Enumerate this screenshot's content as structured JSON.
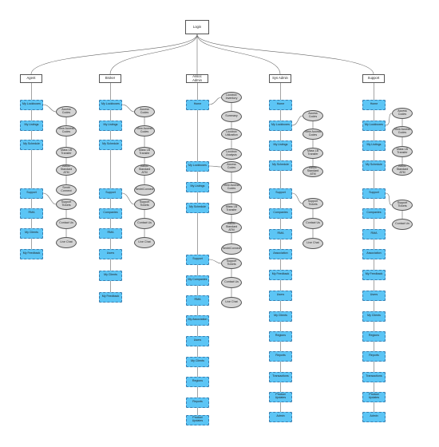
{
  "diagram": {
    "root": {
      "label": "Login"
    },
    "columns": [
      {
        "header": "Agent",
        "main": [
          "My Lockboxes",
          "My Listings",
          "My Schedule",
          "Support",
          "RMA",
          "My Clients",
          "My Feedback"
        ],
        "groups": [
          {
            "parent": 0,
            "items": [
              "Access Codes",
              "View Access Codes",
              "Mass LB Transfer",
              "Assoc Standard ATM",
              "Sentri Connect"
            ]
          },
          {
            "parent": 3,
            "items": [
              "Support Tickets",
              "Contact Us",
              "Live Chat"
            ]
          }
        ]
      },
      {
        "header": "Broker",
        "main": [
          "My Lockboxes",
          "My Listings",
          "My Schedule",
          "Support",
          "Companies",
          "RMA",
          "Users",
          "My Clients",
          "My Feedback"
        ],
        "groups": [
          {
            "parent": 0,
            "items": [
              "Access Codes",
              "View Access Codes",
              "Mass LB Transfer",
              "Assoc Standard ATM",
              "SentriConnect"
            ]
          },
          {
            "parent": 3,
            "items": [
              "Support Tickets",
              "Contact Us",
              "Live Chat"
            ]
          }
        ]
      },
      {
        "header": "Assoc Admin",
        "main": [
          "Home",
          "My Lockboxes",
          "My Listings",
          "My Schedule",
          "Support",
          "My Companies",
          "RMA",
          "My Association",
          "Users",
          "My Clients",
          "Regions",
          "Reports",
          "Product Updates"
        ],
        "groups": [
          {
            "parent": 0,
            "items": [
              "Lockbox Inventory",
              "Summary",
              "Lockbox Utilization",
              "Lockbox Analysis"
            ]
          },
          {
            "parent": 1,
            "items": [
              "Access Codes",
              "View Access Codes",
              "Mass LB Transfer",
              "Assoc Standard ATM",
              "SentriConnect"
            ]
          },
          {
            "parent": 4,
            "items": [
              "Support Tickets",
              "Contact Us",
              "Live Chat"
            ]
          }
        ]
      },
      {
        "header": "Sys Admin",
        "main": [
          "Home",
          "My Lockboxes",
          "My Listings",
          "My Schedule",
          "Support",
          "Companies",
          "RMA",
          "Association",
          "My Feedback",
          "Users",
          "My Clients",
          "Regions",
          "Reports",
          "Transactions",
          "Product Updates",
          "Admin"
        ],
        "groups": [
          {
            "parent": 1,
            "items": [
              "Access Codes",
              "View Access Codes",
              "Mass LB Transfer",
              "Assoc Standard ATM"
            ]
          },
          {
            "parent": 4,
            "items": [
              "Support Tickets",
              "Contact Us",
              "Live Chat"
            ]
          }
        ]
      },
      {
        "header": "Support",
        "main": [
          "Home",
          "My Lockboxes",
          "My Listings",
          "My Schedule",
          "Support",
          "Companies",
          "RMA",
          "Association",
          "My Feedback",
          "Users",
          "My Clients",
          "Regions",
          "Reports",
          "Transactions",
          "Product Updates",
          "Admin"
        ],
        "groups": [
          {
            "parent": 1,
            "items": [
              "Access Codes",
              "View Access Codes",
              "Mass LB Transfer",
              "Assoc Standard ATM"
            ]
          },
          {
            "parent": 4,
            "items": [
              "Support Tickets",
              "Contact Us"
            ]
          }
        ]
      }
    ]
  }
}
